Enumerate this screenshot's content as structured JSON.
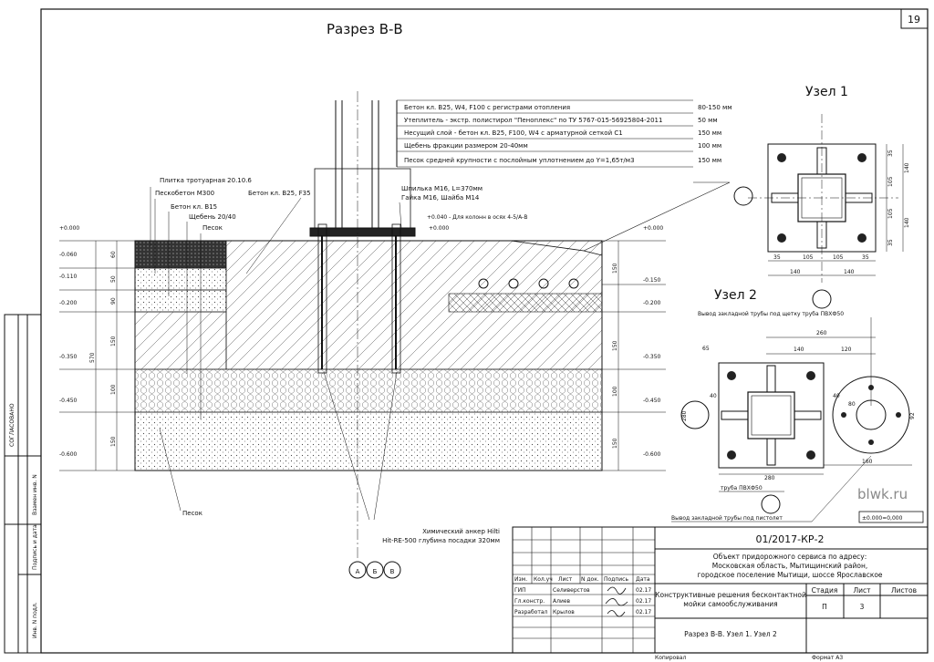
{
  "sheet": {
    "page_number": "19",
    "section_title": "Разрез В-В",
    "watermark": "blwk.ru",
    "format_label": "Формат  А3",
    "copied_label": "Копировал"
  },
  "section": {
    "layers": [
      {
        "text": "Бетон кл. В25, W4, F100 с регистрами отопления",
        "thick": "80-150 мм"
      },
      {
        "text": "Утеплитель - экстр. полистирол \"Пеноплекс\" по  ТУ 5767-015-56925804-2011",
        "thick": "50 мм"
      },
      {
        "text": "Несущий слой - бетон кл. В25, F100, W4 с арматурной сеткой С1",
        "thick": "150 мм"
      },
      {
        "text": "Щебень фракции размером 20-40мм",
        "thick": "100 мм"
      },
      {
        "text": "Песок средней крупности с послойным  уплотнением до Y=1,65т/м3",
        "thick": "150 мм"
      }
    ],
    "left_labels": [
      "Плитка тротуарная 20.10.6",
      "Пескобетон М300",
      "Бетон кл. В15",
      "Щебень 20/40",
      "Песок"
    ],
    "concrete_label": "Бетон кл. В25, F35",
    "anchor_label_1": "Шпилька М16, L=370мм",
    "anchor_label_2": "Гайка М16, Шайба М14",
    "column_note": "+0.040  - Для колонн в осях 4-5/А-В",
    "top_mark": "+0.000",
    "elev_left": [
      "+0.000",
      "-0.060",
      "-0.110",
      "-0.200",
      "-0.350",
      "-0.450",
      "-0.600"
    ],
    "elev_right": [
      "+0.000",
      "-0.150",
      "-0.200",
      "-0.350",
      "-0.450",
      "-0.600"
    ],
    "dims_left": [
      "60",
      "50",
      "90",
      "150",
      "100",
      "150"
    ],
    "dims_left_total": "570",
    "dims_right": [
      "150",
      "150",
      "100",
      "150"
    ],
    "bottom_sand": "Песок",
    "chem_anchor_1": "Химический анкер Hilti",
    "chem_anchor_2": "Hit-RE-500 глубина посадки 320мм",
    "axes": [
      "А",
      "Б",
      "В"
    ]
  },
  "node1": {
    "title": "Узел 1",
    "dims_bottom": [
      "35",
      "105",
      "105",
      "35"
    ],
    "dims_bottom2": [
      "140",
      "140"
    ],
    "dims_right": [
      "35",
      "105",
      "105",
      "35"
    ],
    "dims_right2": [
      "140",
      "140"
    ]
  },
  "node2": {
    "title": "Узел 2",
    "pipe_top": "Вывод закладной трубы под щетку труба ПВХФ50",
    "pipe_bottom": "Вывод закладной трубы под пистолет",
    "pipe_label": "труба ПВХФ50",
    "dims_top": [
      "260",
      "140",
      "120"
    ],
    "dim_65": "65",
    "dim_40a": "40",
    "dim_40b": "40",
    "dim_80": "80",
    "dim_92": "92",
    "dim_280v": "280",
    "dim_280h": "280",
    "dim_160": "160",
    "level_mark": "±0.000=0,000"
  },
  "stamp": {
    "doc_code": "01/2017-КР-2",
    "object": [
      "Объект придорожного сервиса по адресу:",
      "Московская область, Мытищинский район,",
      "городское поселение Мытищи, шоссе Ярославское"
    ],
    "project": [
      "Конструктивные решения бесконтактной",
      "мойки самообслуживания"
    ],
    "sheet_title": "Разрез В-В. Узел 1. Узел 2",
    "headers": [
      "Изм.",
      "Кол.уч",
      "Лист",
      "N док.",
      "Подпись",
      "Дата"
    ],
    "rows": [
      {
        "role": "ГИП",
        "name": "Селиверстов",
        "date": "02.17"
      },
      {
        "role": "Гл.констр.",
        "name": "Алиев",
        "date": "02.17"
      },
      {
        "role": "Разработал",
        "name": "Крылов",
        "date": "02.17"
      }
    ],
    "stage_labels": [
      "Стадия",
      "Лист",
      "Листов"
    ],
    "stage_values": [
      "П",
      "3",
      ""
    ]
  },
  "side_stamp": [
    "Инв. N подл.",
    "Подпись и дата",
    "Взамен инв. N",
    "СОГЛАСОВАНО"
  ]
}
